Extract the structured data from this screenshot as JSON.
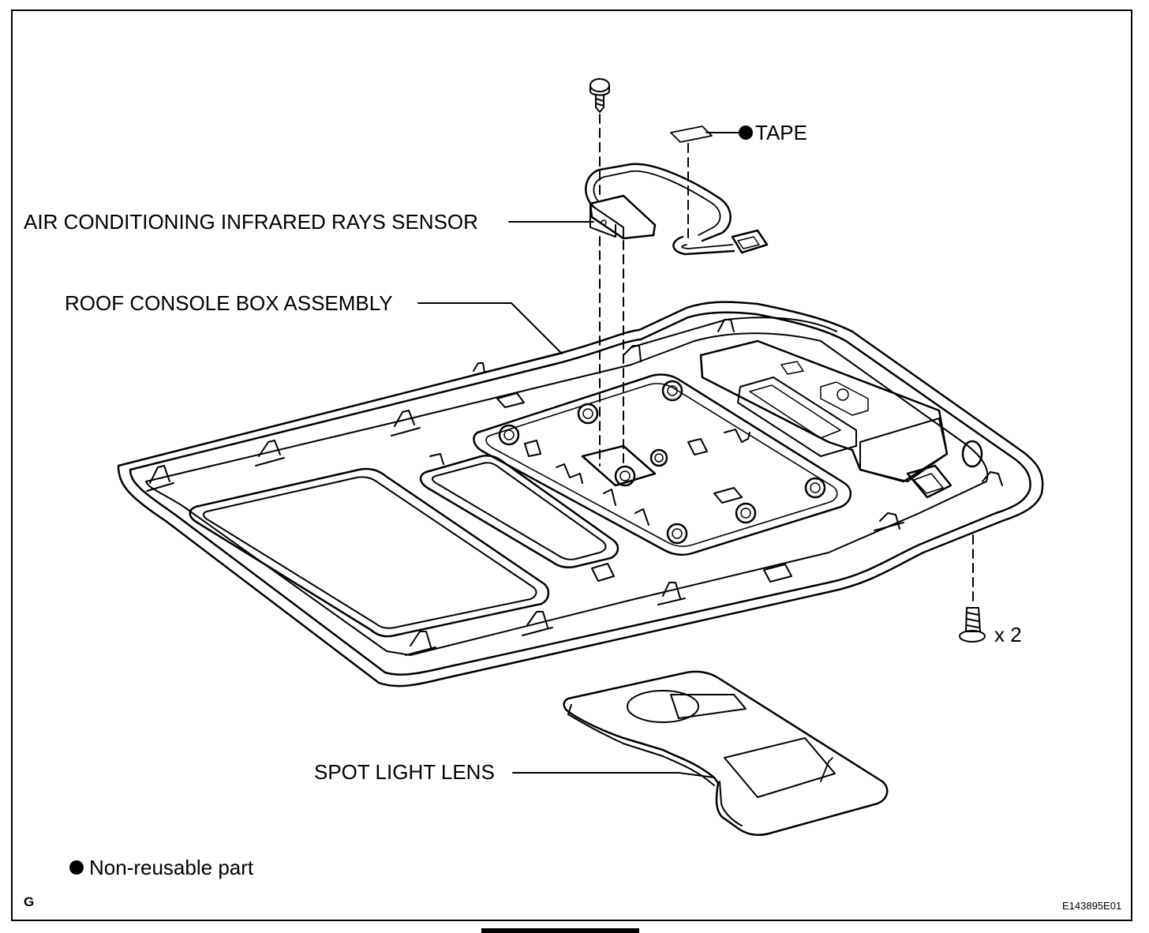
{
  "labels": {
    "sensor": "AIR CONDITIONING INFRARED RAYS SENSOR",
    "console": "ROOF CONSOLE BOX ASSEMBLY",
    "tape": "TAPE",
    "spot_light_lens": "SPOT LIGHT LENS",
    "screw_qty": "x 2"
  },
  "legend": {
    "symbol": "●",
    "text": "Non-reusable part"
  },
  "corner": {
    "letter": "G",
    "figure_id": "E143895E01"
  },
  "colors": {
    "ink": "#000000",
    "paper": "#ffffff"
  }
}
